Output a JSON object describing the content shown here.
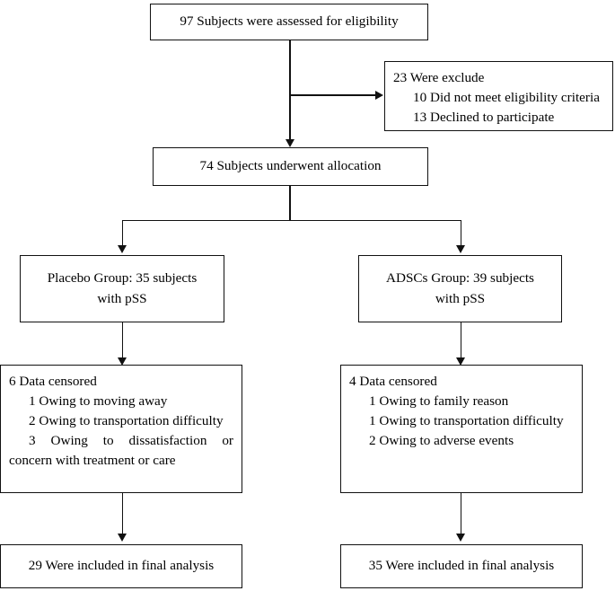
{
  "diagram": {
    "title": "CONSORT participant flow diagram",
    "type": "flowchart",
    "line_color": "#111111",
    "background": "#ffffff"
  },
  "nodes": {
    "enrollment": {
      "text": "97 Subjects were assessed for eligibility"
    },
    "excluded": {
      "heading": "23 Were exclude",
      "items": [
        "10 Did not meet eligibility criteria",
        "13 Declined to participate"
      ]
    },
    "allocation": {
      "text": "74 Subjects underwent allocation"
    },
    "placebo_group": {
      "line1": "Placebo Group: 35 subjects",
      "line2": "with pSS"
    },
    "adscs_group": {
      "line1": "ADSCs Group: 39 subjects",
      "line2": "with pSS"
    },
    "placebo_censored": {
      "heading": "6 Data censored",
      "items": [
        "1 Owing to moving away",
        "2 Owing to transportation difficulty"
      ],
      "item3_line1": "3   Owing   to   dissatisfaction   or",
      "item3_line2": "concern with treatment or care"
    },
    "adscs_censored": {
      "heading": "4 Data censored",
      "items": [
        "1 Owing to family reason",
        "1 Owing to transportation difficulty",
        "2 Owing to adverse events"
      ]
    },
    "placebo_final": {
      "text": "29 Were included in final analysis"
    },
    "adscs_final": {
      "text": "35 Were included in final analysis"
    }
  },
  "connectors": {
    "enrollment_to_allocation": "vertical-arrow",
    "enrollment_to_excluded": "horizontal-arrow-right",
    "allocation_split": "tee-split-to-two-groups",
    "placebo_to_censored": "vertical-arrow",
    "adscs_to_censored": "vertical-arrow",
    "placebo_censored_to_final": "vertical-arrow",
    "adscs_censored_to_final": "vertical-arrow"
  }
}
